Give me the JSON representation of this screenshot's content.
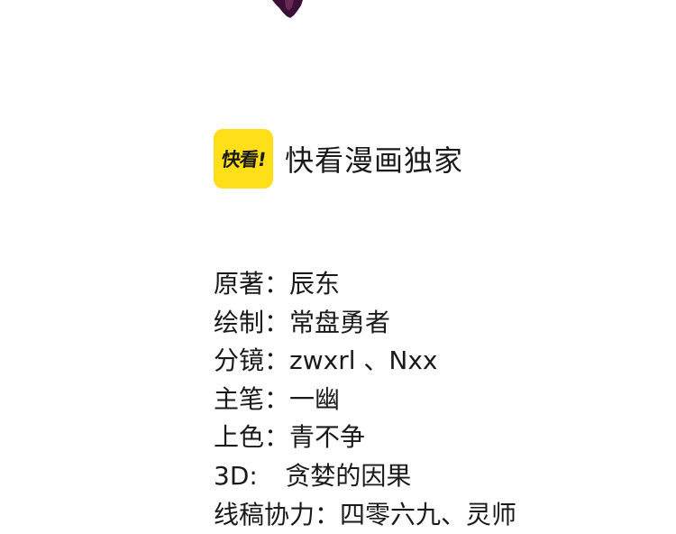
{
  "brand": {
    "logo_text": "快看!",
    "title": "快看漫画独家"
  },
  "credits": [
    {
      "role": "原著",
      "sep": "：",
      "name": "辰东"
    },
    {
      "role": "绘制",
      "sep": "：",
      "name": "常盘勇者"
    },
    {
      "role": "分镜",
      "sep": "：",
      "name": "zwxrl 、Nxx"
    },
    {
      "role": "主笔",
      "sep": "：",
      "name": "一幽"
    },
    {
      "role": "上色",
      "sep": "：",
      "name": "青不争"
    },
    {
      "role": "3D",
      "sep": ":",
      "name": "贪婪的因果"
    },
    {
      "role": "线稿协力",
      "sep": "：",
      "name": "四零六九、灵师"
    }
  ],
  "colors": {
    "logo_bg": "#ffde1a",
    "text": "#1a1a1a",
    "top_blob": "#3a1038"
  }
}
